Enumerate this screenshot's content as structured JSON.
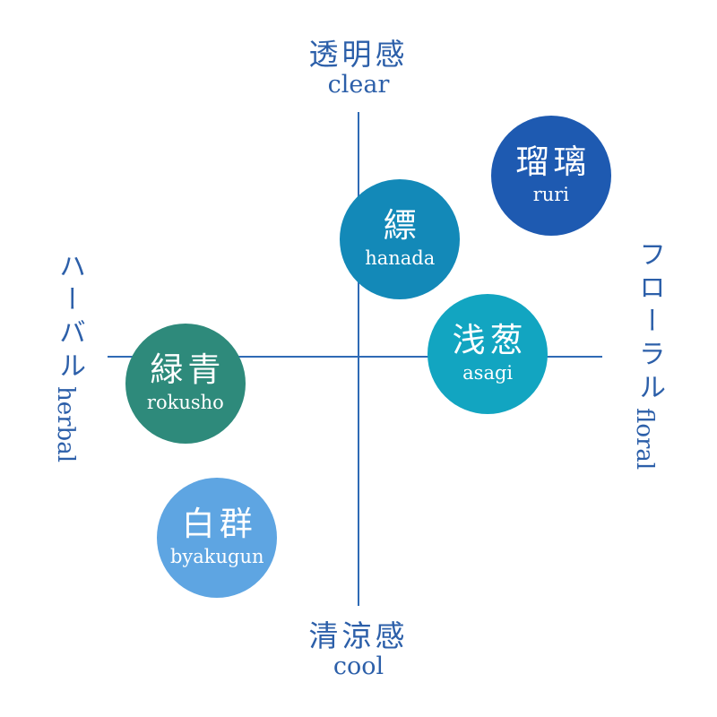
{
  "colors": {
    "axis_line": "#2f6ab5",
    "label_text": "#2c5fa9",
    "background": "#ffffff",
    "circle_text": "#ffffff"
  },
  "axes": {
    "top": {
      "jp": "透明感",
      "en": "clear"
    },
    "bottom": {
      "jp": "清涼感",
      "en": "cool"
    },
    "left": {
      "jp": "ハーバル",
      "en": "herbal"
    },
    "right": {
      "jp": "フローラル",
      "en": "floral"
    }
  },
  "chart_data": {
    "type": "scatter",
    "title": "",
    "x_axis": {
      "negative_label_jp": "ハーバル",
      "negative_label_en": "herbal",
      "positive_label_jp": "フローラル",
      "positive_label_en": "floral"
    },
    "y_axis": {
      "positive_label_jp": "透明感",
      "positive_label_en": "clear",
      "negative_label_jp": "清涼感",
      "negative_label_en": "cool"
    },
    "xlim": [
      -1,
      1
    ],
    "ylim": [
      -1,
      1
    ],
    "grid": false,
    "legend": false,
    "points": [
      {
        "label_jp": "瑠璃",
        "label_en": "ruri",
        "x": 0.79,
        "y": 0.74,
        "color": "#1e5ab1"
      },
      {
        "label_jp": "縹",
        "label_en": "hanada",
        "x": 0.17,
        "y": 0.48,
        "color": "#1389b8"
      },
      {
        "label_jp": "浅葱",
        "label_en": "asagi",
        "x": 0.53,
        "y": 0.01,
        "color": "#12a5c1"
      },
      {
        "label_jp": "緑青",
        "label_en": "rokusho",
        "x": -0.71,
        "y": -0.11,
        "color": "#2e8a7b"
      },
      {
        "label_jp": "白群",
        "label_en": "byakugun",
        "x": -0.58,
        "y": -0.74,
        "color": "#5ea5e2"
      }
    ]
  }
}
